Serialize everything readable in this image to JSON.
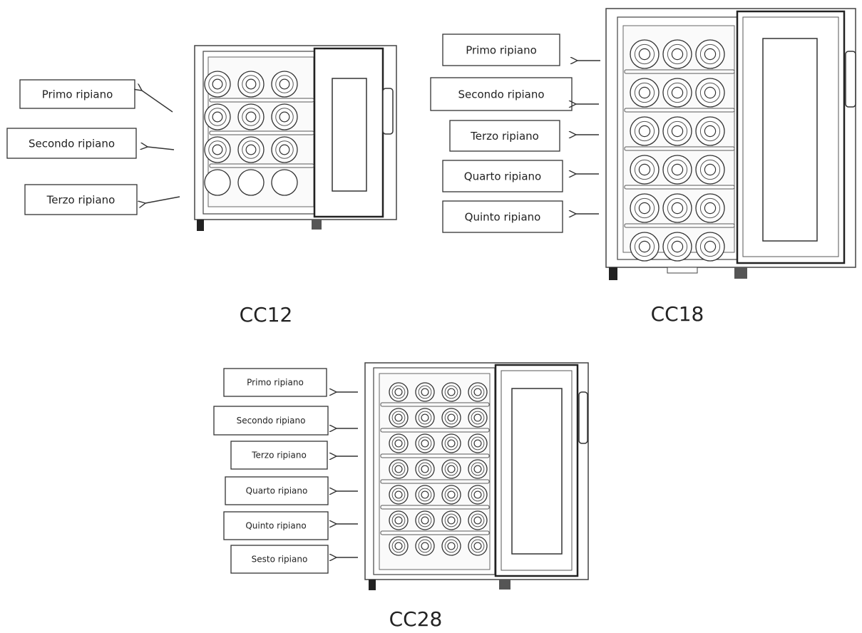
{
  "diagrams": [
    {
      "model": "CC12",
      "shelf_labels": [
        "Primo ripiano",
        "Secondo ripiano",
        "Terzo ripiano"
      ],
      "bottle_rows": 4,
      "bottles_per_row": 3
    },
    {
      "model": "CC18",
      "shelf_labels": [
        "Primo ripiano",
        "Secondo ripiano",
        "Terzo ripiano",
        "Quarto ripiano",
        "Quinto ripiano"
      ],
      "bottle_rows": 6,
      "bottles_per_row": 3
    },
    {
      "model": "CC28",
      "shelf_labels": [
        "Primo ripiano",
        "Secondo ripiano",
        "Terzo ripiano",
        "Quarto ripiano",
        "Quinto ripiano",
        "Sesto ripiano"
      ],
      "bottle_rows": 7,
      "bottles_per_row": 4
    }
  ]
}
